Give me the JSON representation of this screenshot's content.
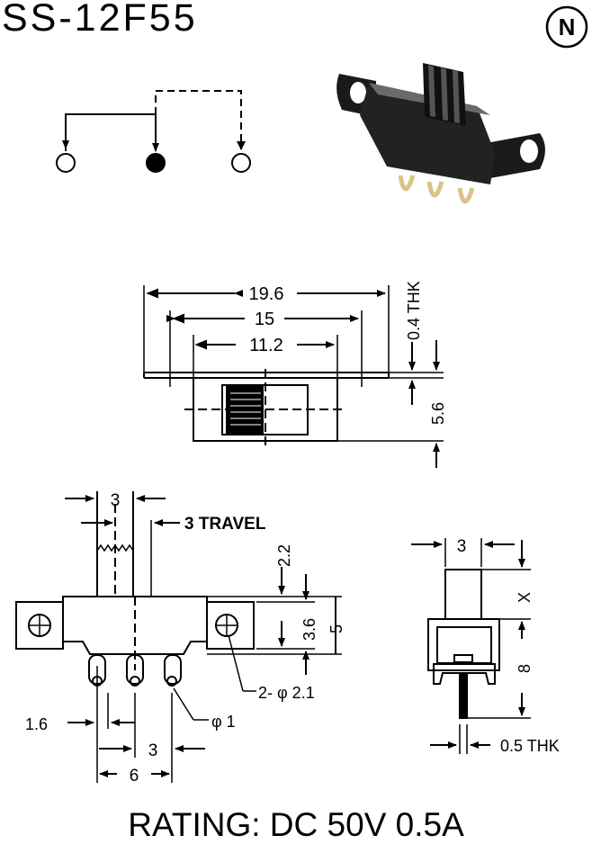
{
  "header": {
    "model": "SS-12F55",
    "logo_letter": "N"
  },
  "footer": {
    "rating": "RATING: DC 50V 0.5A"
  },
  "top_view": {
    "overall_width": "19.6",
    "hole_pitch": "15",
    "body_width": "11.2",
    "plate_thickness": "0.4 THK",
    "body_depth": "5.6"
  },
  "front_view": {
    "actuator_width": "3",
    "travel": "3 TRAVEL",
    "actuator_height": "2.2",
    "body_height_inner": "3.6",
    "body_height": "5",
    "mount_holes": "2- φ 2.1",
    "pin_hole": "φ 1",
    "pin_width": "1.6",
    "pin_pitch": "3",
    "pin_span": "6"
  },
  "side_view": {
    "actuator_width": "3",
    "actuator_height": "X",
    "body_height": "8",
    "pin_thickness": "0.5 THK"
  },
  "colors": {
    "ink": "#000000",
    "photo_body": "#1a1a1a",
    "photo_highlight": "#6a6a6a",
    "pins": "#d9c38a"
  }
}
